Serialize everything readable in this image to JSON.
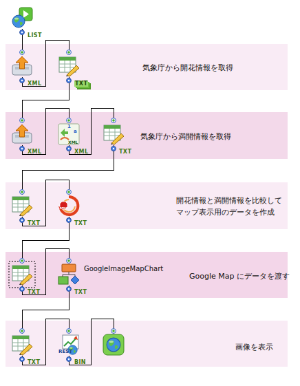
{
  "diagram": {
    "nodes": [
      {
        "text": [
          "LIST"
        ]
      },
      {
        "text": [
          "気象庁から開花情報を取得"
        ]
      },
      {
        "text": [
          "XML"
        ],
        "in": 1
      },
      {
        "text": [
          "TXT"
        ],
        "in": 1
      },
      {
        "text": [
          "気象庁から満開情報を取得"
        ]
      },
      {
        "text": [
          "XML"
        ],
        "in": 4
      },
      {
        "text": [
          "XML"
        ],
        "in": 4
      },
      {
        "text": [
          "TXT"
        ],
        "in": 4
      },
      {
        "text": [
          "開花情報と満開情報を比較して マップ表示用のデータを作成"
        ]
      },
      {
        "text": [
          "TXT"
        ],
        "in": 8
      },
      {
        "text": [
          "TXT"
        ],
        "in": 8
      },
      {
        "text": [
          "Google Map にデータを渡す"
        ]
      },
      {
        "text": [
          "TXT"
        ],
        "in": 11
      },
      {
        "text": [
          "GoogleImageMapChart",
          "TXT"
        ],
        "in": 11
      },
      {
        "text": [
          "画像を表示"
        ]
      },
      {
        "text": [
          "TXT"
        ],
        "in": 14
      },
      {
        "text": [
          "BIN"
        ],
        "in": 14
      },
      {
        "text": [],
        "in": 14
      }
    ],
    "edges": [
      {
        "from": 0,
        "to": 2,
        "arrow": "none"
      },
      {
        "from": 2,
        "to": 3,
        "arrow": "none"
      },
      {
        "from": 3,
        "to": 5,
        "arrow": "none"
      },
      {
        "from": 5,
        "to": 6,
        "arrow": "none"
      },
      {
        "from": 6,
        "to": 7,
        "arrow": "none"
      },
      {
        "from": 7,
        "to": 9,
        "arrow": "none"
      },
      {
        "from": 9,
        "to": 10,
        "arrow": "none"
      },
      {
        "from": 10,
        "to": 12,
        "arrow": "none"
      },
      {
        "from": 12,
        "to": 13,
        "arrow": "none"
      },
      {
        "from": 13,
        "to": 15,
        "arrow": "none"
      },
      {
        "from": 15,
        "to": 16,
        "arrow": "none"
      },
      {
        "from": 16,
        "to": 17,
        "arrow": "none"
      }
    ],
    "labels": [
      "1",
      "a",
      "XML",
      "STOP",
      "REST"
    ]
  }
}
